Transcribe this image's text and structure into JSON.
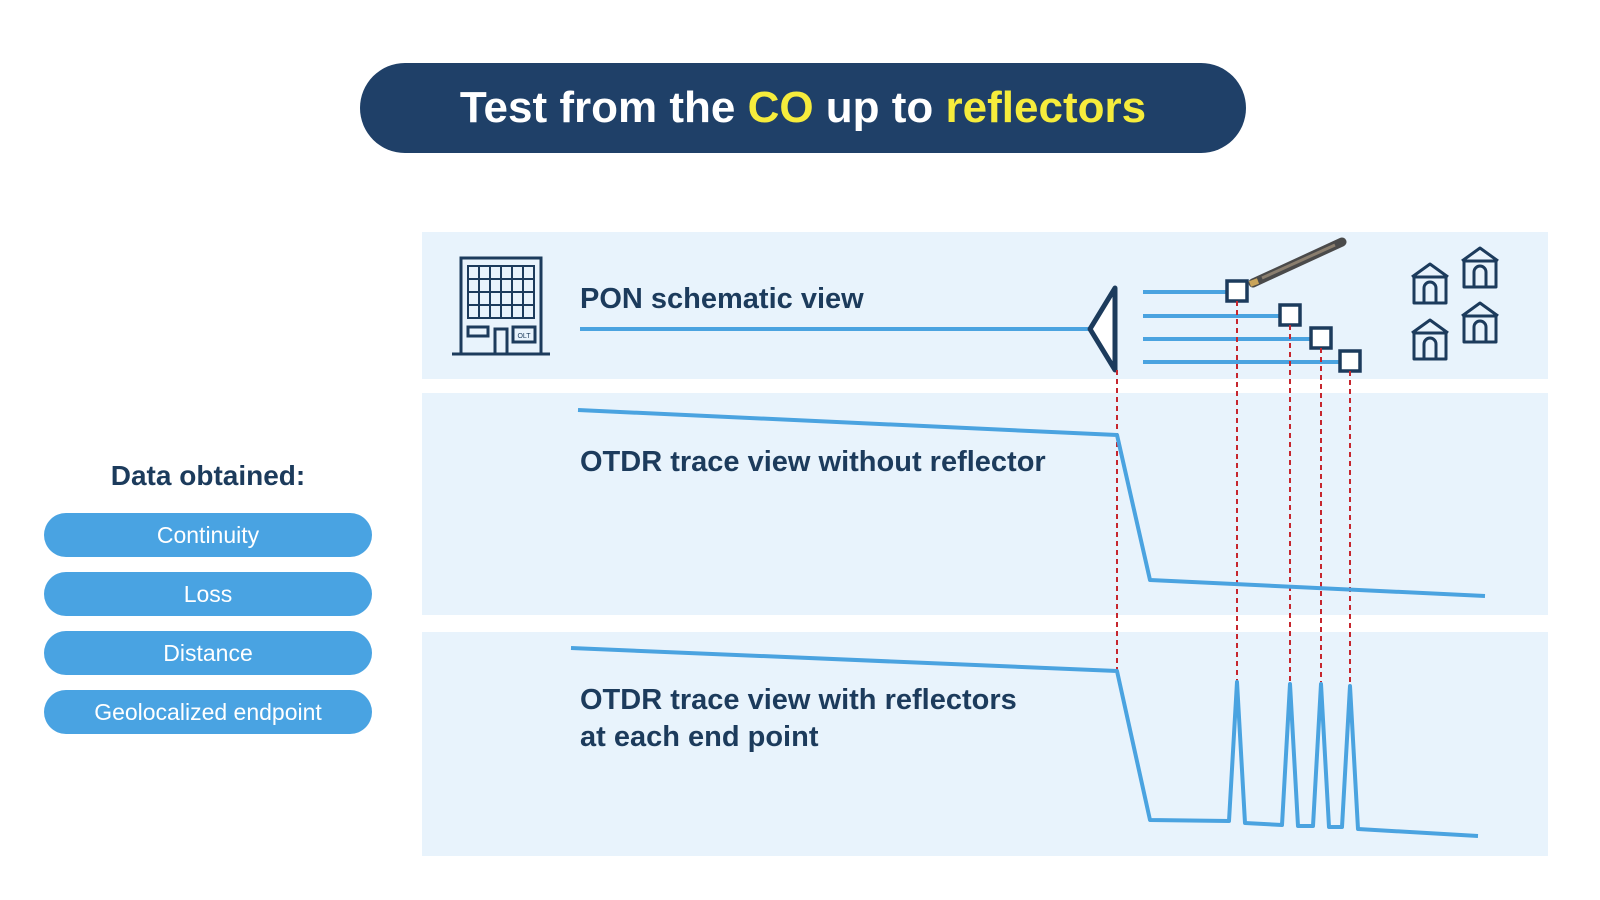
{
  "title": {
    "part1": "Test from the ",
    "highlight1": "CO",
    "part2": " up to ",
    "highlight2": "reflectors",
    "highlight_color": "#f6ec3c",
    "background_color": "#1f4068"
  },
  "sidebar": {
    "heading": "Data obtained:",
    "items": [
      "Continuity",
      "Loss",
      "Distance",
      "Geolocalized endpoint"
    ],
    "item_color": "#49a3e2"
  },
  "views": {
    "pon": "PON schematic view",
    "without": "OTDR trace view without reflector",
    "with_line1": "OTDR trace view with reflectors",
    "with_line2": "at each end point"
  },
  "building": {
    "sign": "OLT",
    "icon": "building-icon"
  },
  "colors": {
    "trace": "#4aa3e0",
    "navy": "#1c3b5c",
    "band": "#e8f3fc",
    "guide": "#c6262e"
  },
  "icons": [
    "building-icon",
    "splitter-icon",
    "reflector-icon",
    "connector-probe-icon",
    "house-icon"
  ]
}
